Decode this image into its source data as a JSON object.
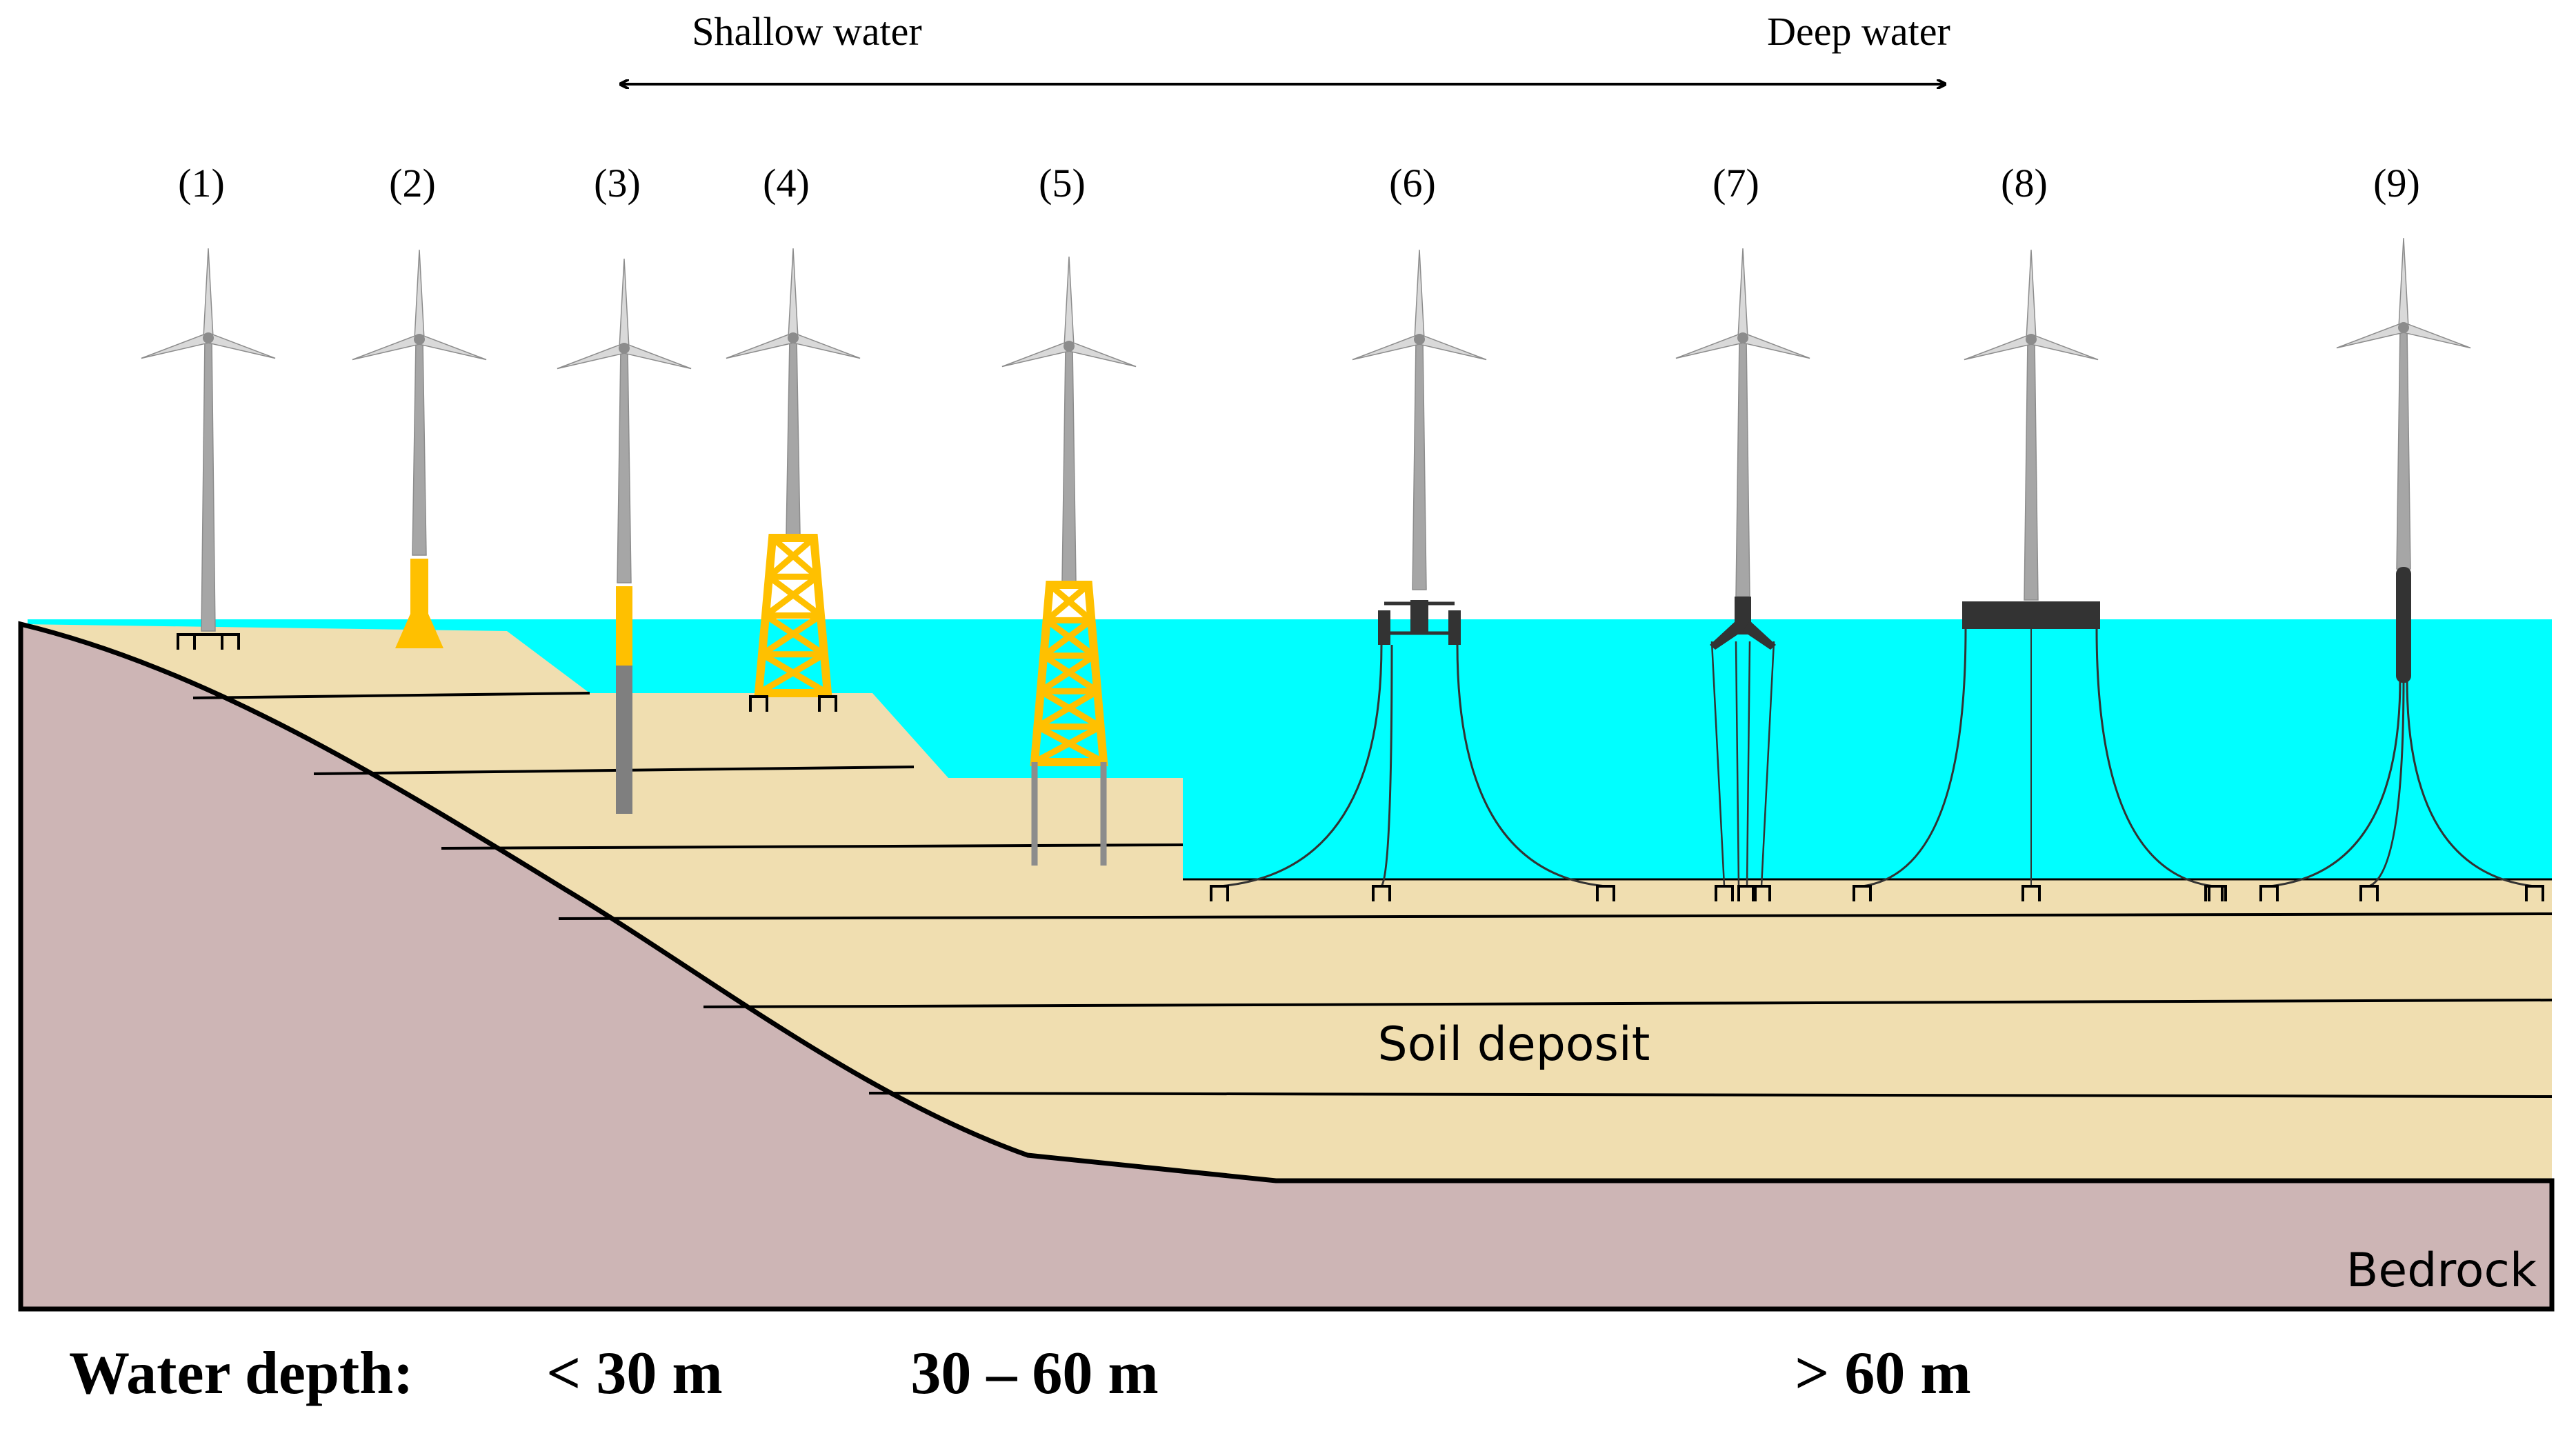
{
  "direction": {
    "shallow_label": "Shallow water",
    "deep_label": "Deep water"
  },
  "turbines": [
    {
      "label": "(1)",
      "type": "gravity-base",
      "color": "#7f7f7f"
    },
    {
      "label": "(2)",
      "type": "suction-bucket",
      "color": "#ffc000"
    },
    {
      "label": "(3)",
      "type": "monopile",
      "color": "#ffc000"
    },
    {
      "label": "(4)",
      "type": "jacket",
      "color": "#ffc000"
    },
    {
      "label": "(5)",
      "type": "tall-jacket",
      "color": "#ffc000"
    },
    {
      "label": "(6)",
      "type": "semi-submersible",
      "color": "#262626"
    },
    {
      "label": "(7)",
      "type": "tension-leg-platform",
      "color": "#262626"
    },
    {
      "label": "(8)",
      "type": "barge",
      "color": "#262626"
    },
    {
      "label": "(9)",
      "type": "spar",
      "color": "#262626"
    }
  ],
  "zones": {
    "soil_label": "Soil deposit",
    "bedrock_label": "Bedrock"
  },
  "water_depth": {
    "title": "Water depth:",
    "ranges": [
      "< 30 m",
      "30 – 60 m",
      "> 60 m"
    ]
  },
  "colors": {
    "water": "#00ffff",
    "soil": "#f0deb0",
    "bedrock": "#cdb5b5",
    "tower": "#a6a6a6",
    "steel_yellow": "#ffc000",
    "floater_dark": "#333333"
  }
}
